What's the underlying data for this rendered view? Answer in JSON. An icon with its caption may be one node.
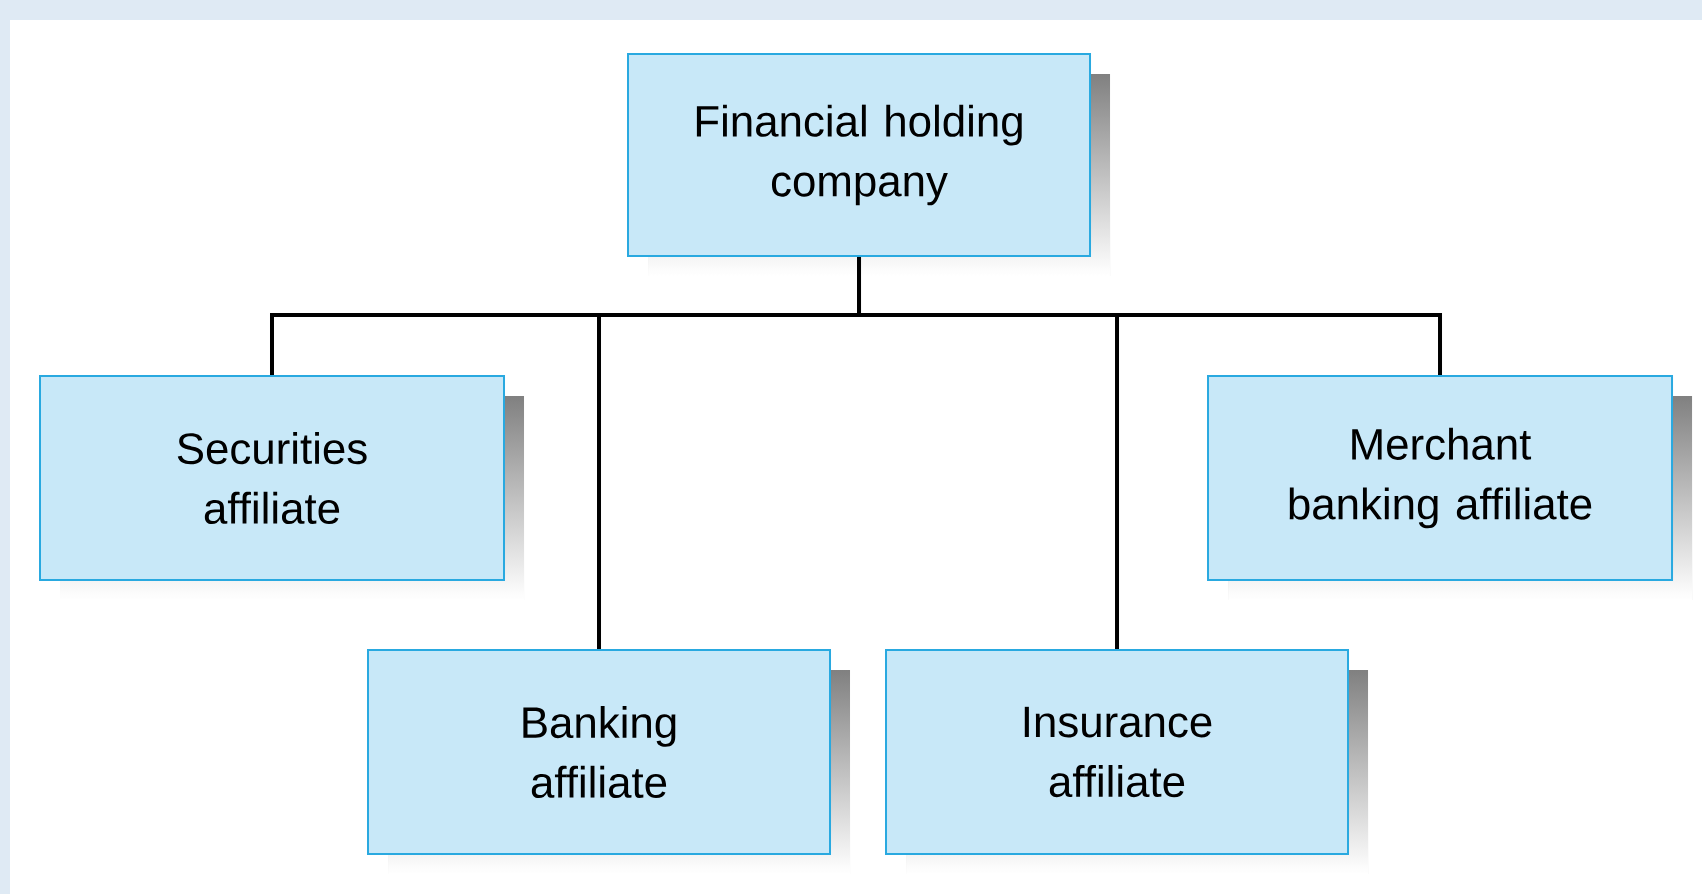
{
  "diagram": {
    "nodes": [
      {
        "text": [
          "Financial holding company"
        ]
      },
      {
        "text": [
          "Securities affiliate"
        ]
      },
      {
        "text": [
          "Banking affiliate"
        ]
      },
      {
        "text": [
          "Insurance affiliate"
        ]
      },
      {
        "text": [
          "Merchant banking affiliate"
        ]
      }
    ],
    "edges": [
      {
        "from": 0,
        "to": 1,
        "arrow": "none"
      },
      {
        "from": 0,
        "to": 2,
        "arrow": "none"
      },
      {
        "from": 0,
        "to": 3,
        "arrow": "none"
      },
      {
        "from": 0,
        "to": 4,
        "arrow": "none"
      }
    ]
  }
}
